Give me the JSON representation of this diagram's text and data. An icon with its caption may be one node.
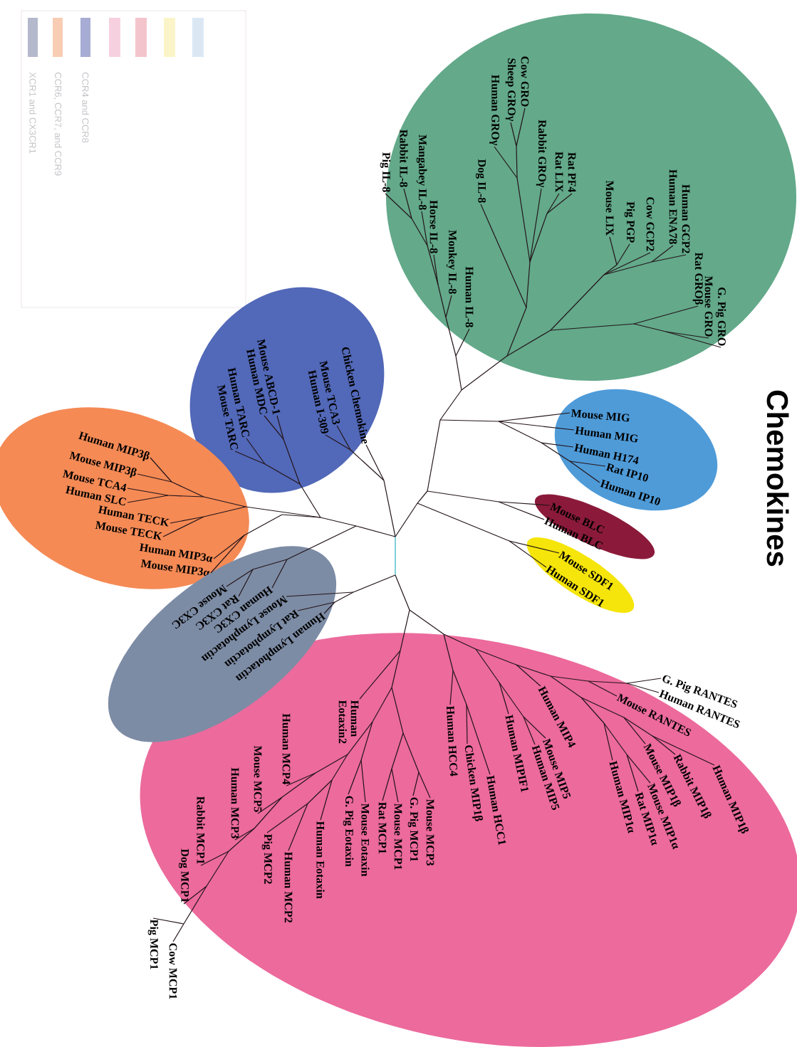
{
  "diagram": {
    "title": "Chemokines",
    "nodes": [
      {
        "text": [
          "G. Pig GRO",
          "Mouse GRO",
          "Rat GROβ",
          "Human GCP2",
          "Human ENA78",
          "Cow GCP2",
          "Pig PGP",
          "Mouse LIX",
          "Rat PF4",
          "Rat LIX",
          "Rabbit GROγ",
          "Cow GRO",
          "Sheep GROγ",
          "Human GROγ",
          "Dog IL-8",
          "Human IL-8",
          "Monkey IL-8",
          "Horse IL-8",
          "Mangabey IL-8",
          "Rabbit IL-8",
          "Pig IL-8"
        ]
      },
      {
        "text": [
          "Mouse MIG",
          "Human MIG",
          "Human H174",
          "Rat IP10",
          "Human IP10"
        ]
      },
      {
        "text": [
          "Mouse BLC",
          "Human BLC"
        ]
      },
      {
        "text": [
          "Mouse SDF1",
          "Human SDF1"
        ]
      },
      {
        "text": [
          "Chicken Chemokine",
          "Mouse TCA3",
          "Human I-309",
          "Mouse ABCD-1",
          "Human MDC",
          "Human TARC",
          "Mouse TARC"
        ]
      },
      {
        "text": [
          "Human MIP3β",
          "Mouse MIP3β",
          "Mouse TCA4",
          "Human SLC",
          "Human TECK",
          "Mouse TECK",
          "Human MIP3α",
          "Mouse MIP3α"
        ]
      },
      {
        "text": [
          "G. Pig RANTES",
          "Human RANTES",
          "Mouse RANTES",
          "Human MIP1β",
          "Rabbit MIP1β",
          "Mouse MIP1β",
          "Mouse MIP1α",
          "Rat MIP1α",
          "Human MIP1α",
          "Human MIP4",
          "Mouse MIP5",
          "Human MIP5",
          "Human MIPIF1",
          "Human HCC1",
          "Chicken MIP1β",
          "Human HCC4",
          "Mouse MCP3",
          "G. Pig MCP1",
          "Mouse MCP1",
          "Rat MCP1",
          "Mouse Eotaxin",
          "G. Pig Eotaxin",
          "Human Eotaxin2",
          "Human Eotaxin",
          "Human MCP2",
          "Pig MCP2",
          "Human MCP4",
          "Mouse MCP5",
          "Human MCP3",
          "Rabbit MCP1",
          "Dog MCP1",
          "Pig MCP1",
          "Cow MCP1"
        ]
      },
      {
        "text": [
          "Human Lymphotactin",
          "Rat Lymphotactin",
          "Mouse Lymphotactin",
          "Human CX3C",
          "Rat CX3C",
          "Mouse CX3C"
        ]
      }
    ],
    "legend": [
      {
        "text": "XCR1 and CX3CR1",
        "color": "#b4b9cc"
      },
      {
        "text": "CCR6, CCR7, and CCR9",
        "color": "#f8cdb3"
      },
      {
        "text": "CCR4 and CCR8",
        "color": "#a6acd3"
      }
    ]
  }
}
